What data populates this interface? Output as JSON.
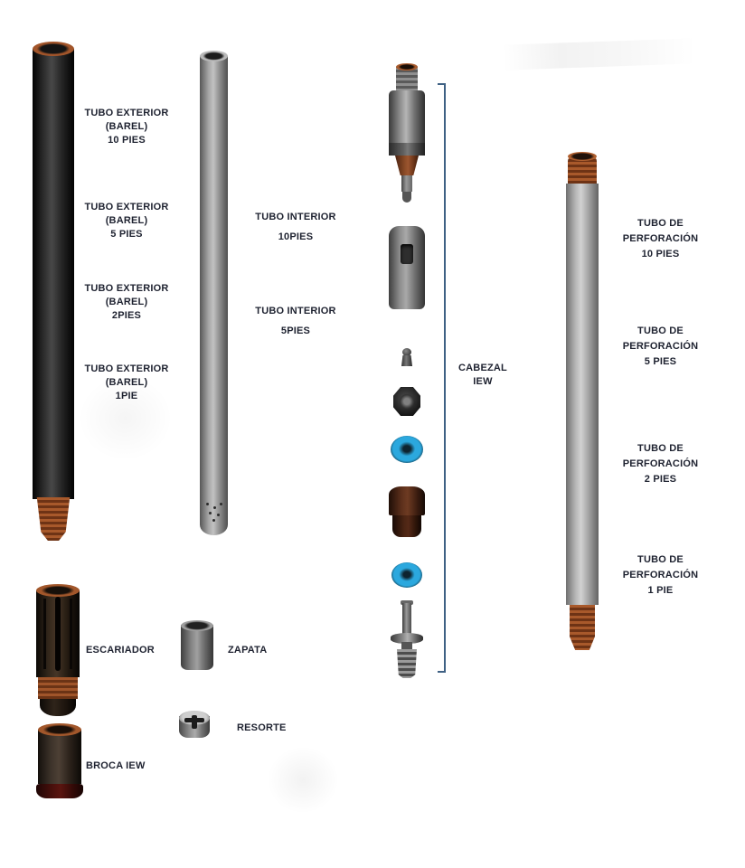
{
  "colors": {
    "copper": "#a8592b",
    "black_tube": "#1c1c1c",
    "gray_tube": "#9a9a9a",
    "blue_seal": "#2ba8de",
    "brown_cone": "#5c2f1b",
    "label_text": "#1e2230",
    "bracket": "#3f6184"
  },
  "barel_labels": [
    {
      "l1": "TUBO EXTERIOR",
      "l2": "(BAREL)",
      "l3": "10 PIES"
    },
    {
      "l1": "TUBO EXTERIOR",
      "l2": "(BAREL)",
      "l3": "5 PIES"
    },
    {
      "l1": "TUBO EXTERIOR",
      "l2": "(BAREL)",
      "l3": "2PIES"
    },
    {
      "l1": "TUBO EXTERIOR",
      "l2": "(BAREL)",
      "l3": "1PIE"
    }
  ],
  "interior_labels": [
    {
      "l1": "TUBO INTERIOR",
      "l2": "10PIES"
    },
    {
      "l1": "TUBO INTERIOR",
      "l2": "5PIES"
    }
  ],
  "cabezal_label": {
    "l1": "CABEZAL",
    "l2": "IEW"
  },
  "perforacion_labels": [
    {
      "l1": "TUBO DE",
      "l2": "PERFORACIÓN",
      "l3": "10 PIES"
    },
    {
      "l1": "TUBO DE",
      "l2": "PERFORACIÓN",
      "l3": "5 PIES"
    },
    {
      "l1": "TUBO DE",
      "l2": "PERFORACIÓN",
      "l3": "2 PIES"
    },
    {
      "l1": "TUBO DE",
      "l2": "PERFORACIÓN",
      "l3": "1 PIE"
    }
  ],
  "part_labels": {
    "escariador": "ESCARIADOR",
    "zapata": "ZAPATA",
    "broca": "BROCA IEW",
    "resorte": "RESORTE"
  }
}
